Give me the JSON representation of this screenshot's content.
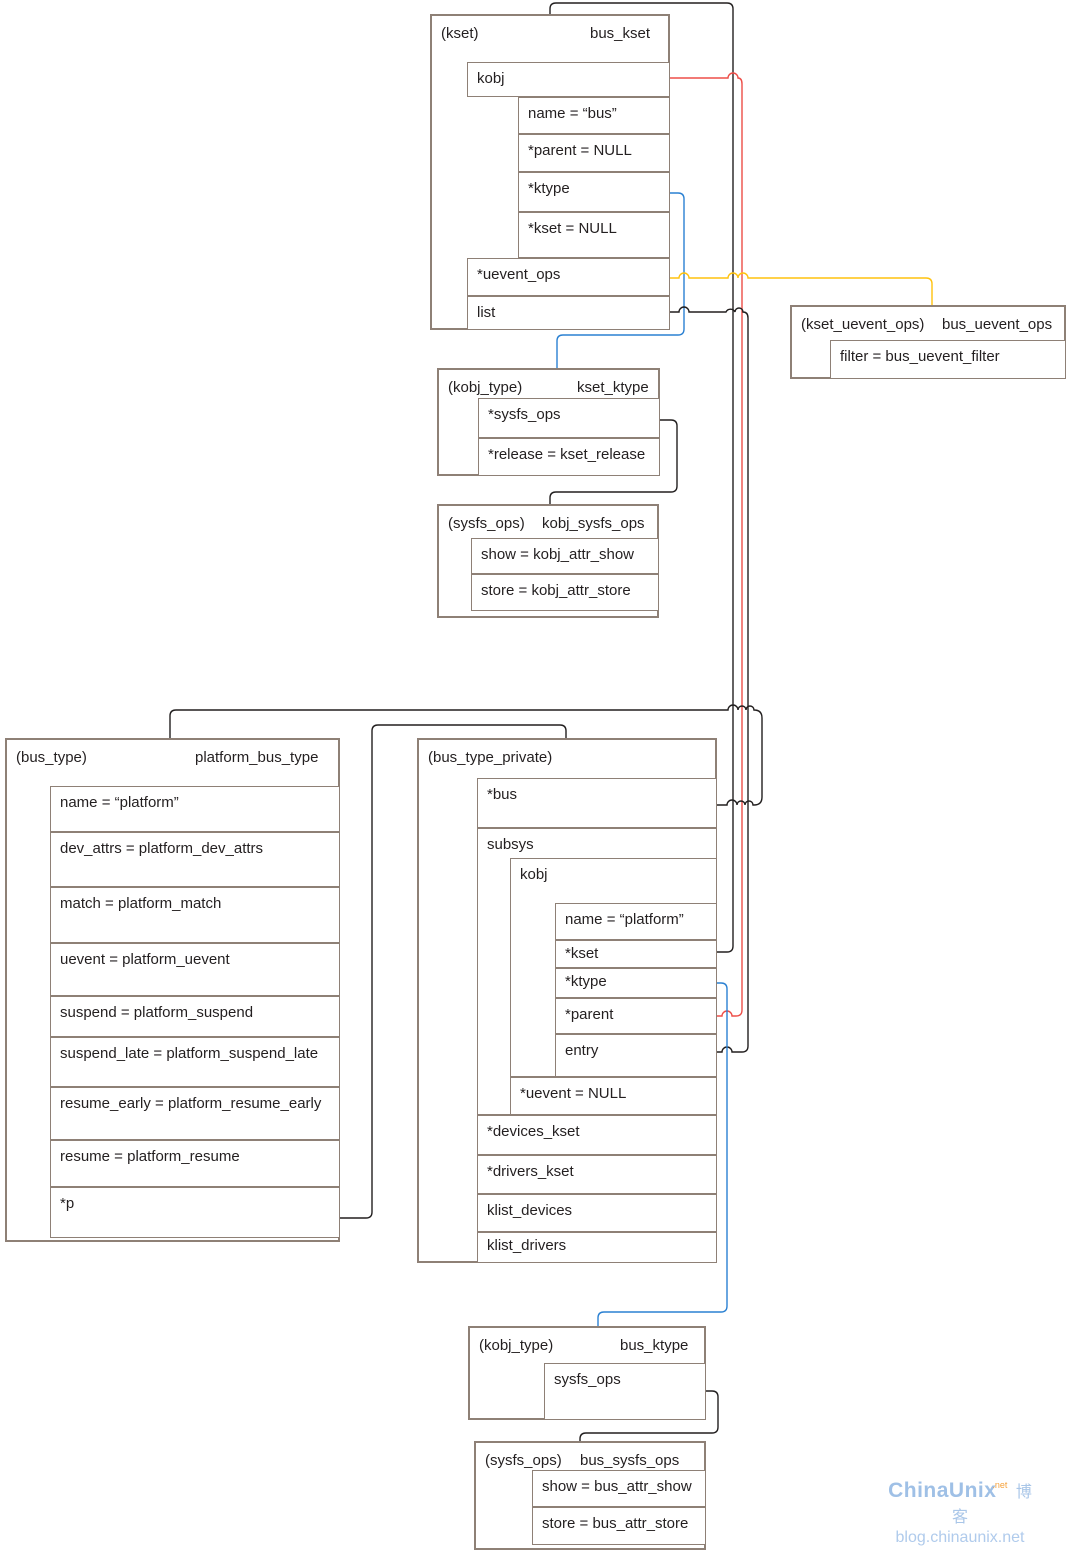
{
  "colors": {
    "border": "#8e8076",
    "line_black": "#221f1f",
    "line_red": "#ed4e48",
    "line_blue": "#2a80d2",
    "line_yellow": "#ffc20e",
    "text": "#231f20",
    "watermark_blue": "#a9c6e8",
    "watermark_orange": "#f7a23b"
  },
  "boxes": {
    "bus_kset": {
      "type": "(kset)",
      "name": "bus_kset",
      "kobj": "kobj",
      "kobj_name": "name = “bus”",
      "parent": "*parent = NULL",
      "ktype": "*ktype",
      "kset": "*kset = NULL",
      "uevent_ops": "*uevent_ops",
      "list": "list"
    },
    "bus_uevent_ops": {
      "type": "(kset_uevent_ops)",
      "name": "bus_uevent_ops",
      "filter": "filter = bus_uevent_filter"
    },
    "kset_ktype": {
      "type": "(kobj_type)",
      "name": "kset_ktype",
      "sysfs_ops": "*sysfs_ops",
      "release": "*release = kset_release"
    },
    "kobj_sysfs_ops": {
      "type": "(sysfs_ops)",
      "name": "kobj_sysfs_ops",
      "show": "show = kobj_attr_show",
      "store": "store = kobj_attr_store"
    },
    "platform_bus_type": {
      "type": "(bus_type)",
      "name": "platform_bus_type",
      "fields": [
        "name = “platform”",
        "dev_attrs = platform_dev_attrs",
        "match = platform_match",
        "uevent = platform_uevent",
        "suspend = platform_suspend",
        "suspend_late = platform_suspend_late",
        "resume_early = platform_resume_early",
        "resume = platform_resume",
        "*p"
      ]
    },
    "bus_type_private": {
      "type": "(bus_type_private)",
      "bus": "*bus",
      "subsys": "subsys",
      "kobj": "kobj",
      "kobj_name": "name = “platform”",
      "kset": "*kset",
      "ktype": "*ktype",
      "parent": "*parent",
      "entry": "entry",
      "uevent": "*uevent = NULL",
      "devices_kset": "*devices_kset",
      "drivers_kset": "*drivers_kset",
      "klist_devices": "klist_devices",
      "klist_drivers": "klist_drivers"
    },
    "bus_ktype": {
      "type": "(kobj_type)",
      "name": "bus_ktype",
      "sysfs_ops": "sysfs_ops"
    },
    "bus_sysfs_ops": {
      "type": "(sysfs_ops)",
      "name": "bus_sysfs_ops",
      "show": "show = bus_attr_show",
      "store": "store = bus_attr_store"
    }
  },
  "watermark": {
    "brand": "ChinaUnix",
    "net": ".net",
    "blog": "博客",
    "url": "blog.chinaunix.net"
  }
}
